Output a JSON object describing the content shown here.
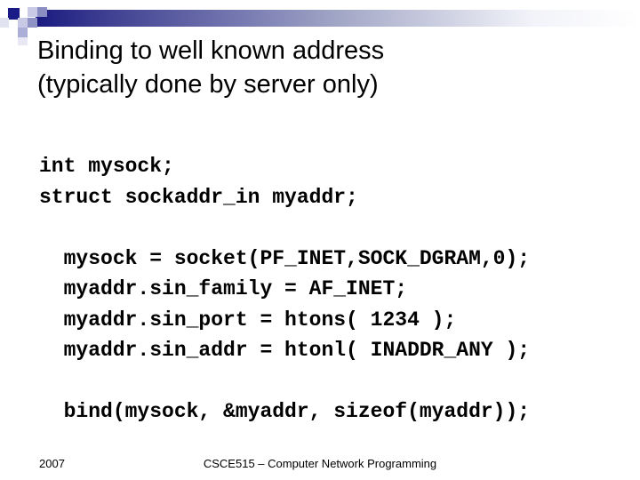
{
  "slide": {
    "title_line1": "Binding to well known address",
    "title_line2": "(typically done by server only)",
    "code_lines": [
      "int mysock;",
      "struct sockaddr_in myaddr;",
      "",
      "  mysock = socket(PF_INET,SOCK_DGRAM,0);",
      "  myaddr.sin_family = AF_INET;",
      "  myaddr.sin_port = htons( 1234 );",
      "  myaddr.sin_addr = htonl( INADDR_ANY );",
      "",
      "  bind(mysock, &myaddr, sizeof(myaddr));"
    ],
    "footer": {
      "year": "2007",
      "course": "CSCE515 – Computer Network Programming"
    },
    "theme": {
      "accent_navy": "#1b1b87",
      "bar_gradient_start": "#191980",
      "bar_gradient_mid": "#797cb2",
      "bar_gradient_end": "#ffffff",
      "text_color": "#000000",
      "background": "#ffffff"
    }
  }
}
